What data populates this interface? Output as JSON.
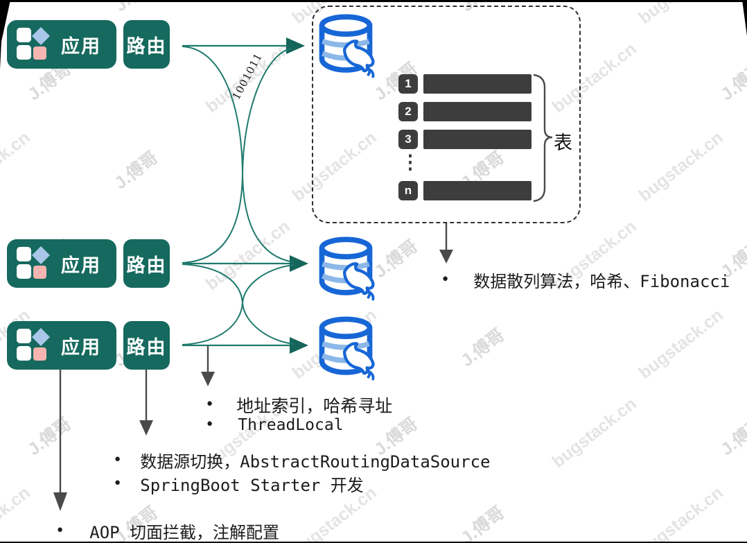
{
  "ui": {
    "bullet": "•"
  },
  "app_rows": [
    {
      "app_label": "应用",
      "route_label": "路由"
    },
    {
      "app_label": "应用",
      "route_label": "路由"
    },
    {
      "app_label": "应用",
      "route_label": "路由"
    }
  ],
  "binary_label": "1001011",
  "table_panel": {
    "row_labels": [
      "1",
      "2",
      "3"
    ],
    "ellipsis": "⋮",
    "last_row_label": "n",
    "brace_label": "表"
  },
  "notes": {
    "hash": "数据散列算法，哈希、Fibonacci",
    "addr_line1": "地址索引，哈希寻址",
    "addr_line2": "ThreadLocal",
    "switch_line1": "数据源切换，AbstractRoutingDataSource",
    "switch_line2": "SpringBoot Starter 开发",
    "aop": "AOP 切面拦截，注解配置"
  },
  "watermark": {
    "texts": [
      "bugstack.cn",
      "J.傅哥"
    ]
  },
  "colors": {
    "box_teal": "#16695E",
    "arrow_teal": "#1E7A6D",
    "arrowhead_teal": "#15655A",
    "db_blue": "#1766D6",
    "db_blue_light": "#8CB8E9",
    "bar_dark": "#3D3D3D",
    "arrow_gray": "#4A4A4A",
    "diamond_blue": "#A9C7E9",
    "pink_square": "#F6B5B0",
    "watermark_gray": "#E2E2E2"
  }
}
